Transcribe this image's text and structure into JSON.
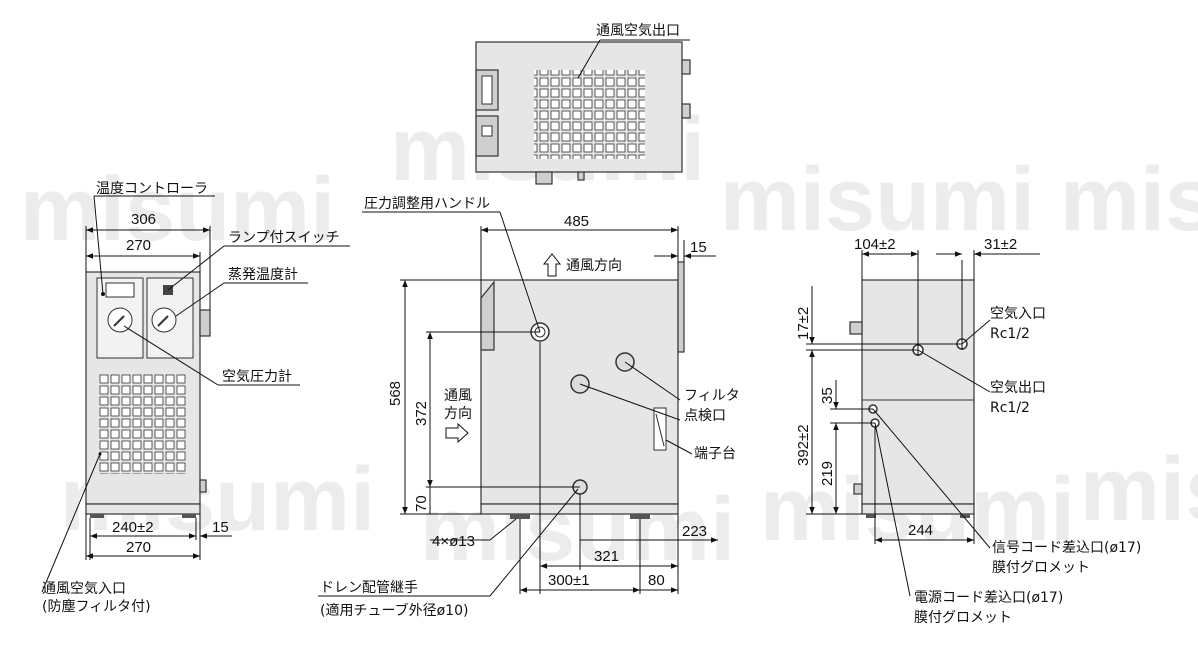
{
  "watermark": "misumi",
  "labels": {
    "top_outlet": "通風空気出口",
    "temp_controller": "温度コントローラ",
    "lamp_switch": "ランプ付スイッチ",
    "evap_gauge": "蒸発温度計",
    "air_gauge": "空気圧力計",
    "intake_1": "通風空気入口",
    "intake_2": "(防塵フィルタ付)",
    "pressure_handle": "圧力調整用ハンドル",
    "airflow_up": "通風方向",
    "airflow_side_1": "通風",
    "airflow_side_2": "方向",
    "filter_1": "フィルタ",
    "filter_2": "点検口",
    "terminal": "端子台",
    "drain_1": "ドレン配管継手",
    "drain_2": "(適用チューブ外径ø10)",
    "air_in": "空気入口",
    "air_in_size": "Rc1/2",
    "air_out": "空気出口",
    "air_out_size": "Rc1/2",
    "signal_1": "信号コード差込口(ø17)",
    "signal_2": "膜付グロメット",
    "power_1": "電源コード差込口(ø17)",
    "power_2": "膜付グロメット"
  },
  "dims": {
    "front_306": "306",
    "front_270_top": "270",
    "front_240": "240±2",
    "front_15": "15",
    "front_270_bot": "270",
    "side_485": "485",
    "side_15": "15",
    "side_568": "568",
    "side_372": "372",
    "side_70": "70",
    "side_holes": "4×ø13",
    "side_223": "223",
    "side_321": "321",
    "side_300": "300±1",
    "side_80": "80",
    "rear_104": "104±2",
    "rear_31": "31±2",
    "rear_17": "17±2",
    "rear_35": "35",
    "rear_392": "392±2",
    "rear_219": "219",
    "rear_244": "244"
  }
}
